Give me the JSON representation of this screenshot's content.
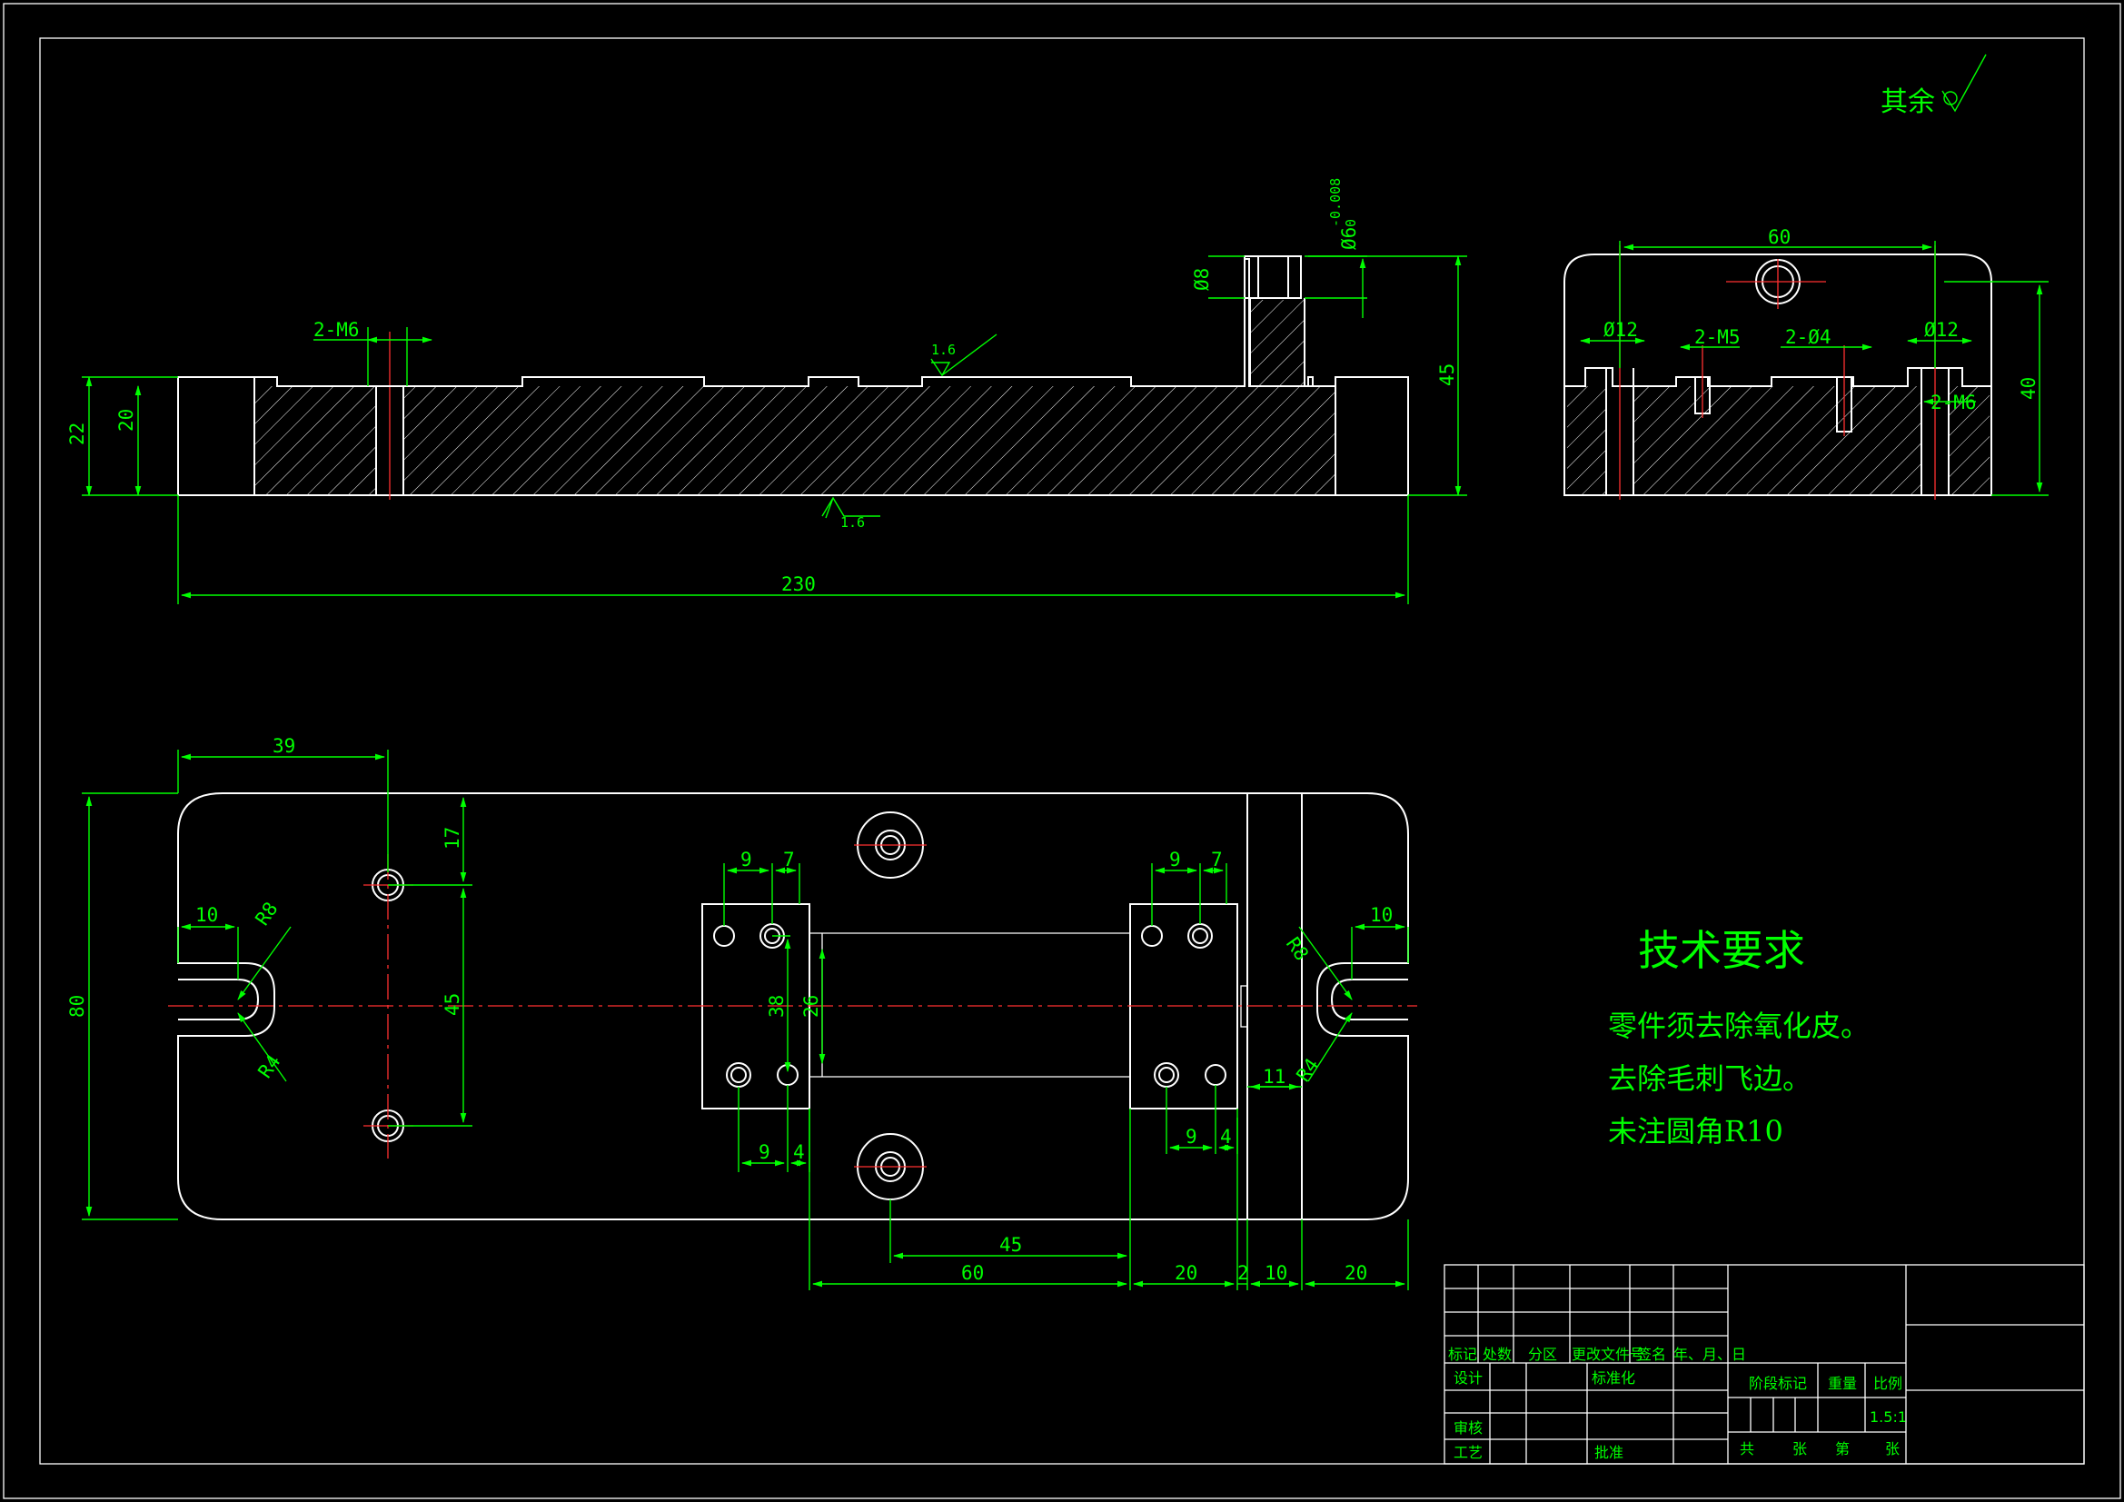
{
  "surface_note": {
    "text": "其余"
  },
  "front_view": {
    "roughness_top": "1.6",
    "roughness_bottom": "1.6",
    "dims": {
      "thread_top": "2-M6",
      "pin_dia": "Ø8",
      "pin_tol": "Ø6",
      "pin_tol_up": "-0.008",
      "pin_tol_low": "0",
      "height_22": "22",
      "height_20": "20",
      "height_45": "45",
      "length_230": "230"
    }
  },
  "side_view": {
    "dims": {
      "w60": "60",
      "d12_left": "Ø12",
      "m5": "2-M5",
      "d4": "2-Ø4",
      "d12_right": "Ø12",
      "m6": "2-M6",
      "h40": "40"
    }
  },
  "top_view": {
    "dims": {
      "d39": "39",
      "d17": "17",
      "d10_left": "10",
      "r8_left": "R8",
      "r4_left": "R4",
      "d80": "80",
      "d45_vert": "45",
      "d9_a": "9",
      "d7_a": "7",
      "d38": "38",
      "d26": "26",
      "d9_b": "9",
      "d4_b": "4",
      "d9_c": "9",
      "d7_c": "7",
      "d9_d": "9",
      "d4_d": "4",
      "r8_right": "R8",
      "r4_right": "R4",
      "d10_right": "10",
      "d11": "11",
      "d45_horiz": "45",
      "d60": "60",
      "d20_a": "20",
      "d2": "2",
      "d10_b": "10",
      "d20_b": "20"
    }
  },
  "tech_requirements": {
    "title": "技术要求",
    "items": [
      "零件须去除氧化皮。",
      "去除毛刺飞边。",
      "未注圆角R10"
    ]
  },
  "title_block": {
    "headers": [
      "标记",
      "处数",
      "分区",
      "更改文件号",
      "签名",
      "年、月、日"
    ],
    "design": "设计",
    "standardize": "标准化",
    "review": "审核",
    "process": "工艺",
    "approve": "批准",
    "stage_mark": "阶段标记",
    "weight": "重量",
    "scale_label": "比例",
    "scale_value": "1.5:1",
    "total": "共",
    "sheets": "张",
    "page": "第",
    "sheet": "张"
  }
}
